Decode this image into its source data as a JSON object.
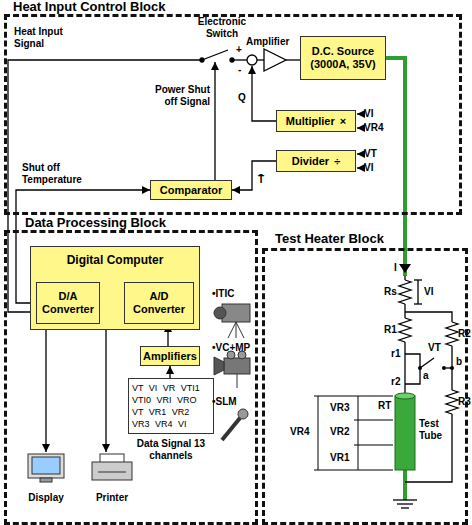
{
  "diagram": {
    "nodes": [
      {
        "text": [
          "Heat Input Control Block"
        ]
      },
      {
        "text": [
          "D.C. Source (3000A, 35V)"
        ],
        "in": 0
      },
      {
        "text": [
          "Multiplier",
          "×"
        ],
        "in": 0
      },
      {
        "text": [
          "Divider",
          "÷"
        ],
        "in": 0
      },
      {
        "text": [
          "Comparator"
        ],
        "in": 0
      },
      {
        "text": [
          "Data Processing Block"
        ]
      },
      {
        "text": [
          "Digital Computer"
        ],
        "in": 5
      },
      {
        "text": [
          "D/A Converter"
        ],
        "in": 6
      },
      {
        "text": [
          "A/D Converter"
        ],
        "in": 6
      },
      {
        "text": [
          "Amplifiers"
        ],
        "in": 5
      },
      {
        "text": [
          "VT VI VR VTI1 VTI0 VRI VRO VT VR1 VR2 VR3 VR4 VI"
        ],
        "in": 5
      },
      {
        "text": [
          "Display"
        ],
        "in": 5
      },
      {
        "text": [
          "Printer"
        ],
        "in": 5
      },
      {
        "text": [
          "Test Heater Block"
        ]
      }
    ],
    "edges": [
      {
        "from": 7,
        "to": 4,
        "arrow": "to"
      },
      {
        "from": 3,
        "to": 4,
        "arrow": "to"
      },
      {
        "from": 9,
        "to": 8,
        "arrow": "to"
      },
      {
        "from": 10,
        "to": 9,
        "arrow": "to"
      },
      {
        "from": 6,
        "to": 11,
        "arrow": "to"
      },
      {
        "from": 6,
        "to": 12,
        "arrow": "to"
      }
    ],
    "labels": [
      "Electronic Switch",
      "Heat Input Signal",
      "Amplifier",
      "+",
      "-",
      "Q",
      "Power Shut off Signal",
      "VI",
      "VR4",
      "VT",
      "VI",
      "T̄",
      "Shut off Temperature",
      "•ITIC",
      "•VC+MP",
      "•SLM",
      "Data Signal 13 channels",
      "I",
      "Rs",
      "VI",
      "R1",
      "R2",
      "VT",
      "r1",
      "a",
      "r2",
      "b",
      "R3",
      "RT",
      "VR3",
      "VR4",
      "VR2",
      "VR1",
      "Test Tube"
    ]
  }
}
